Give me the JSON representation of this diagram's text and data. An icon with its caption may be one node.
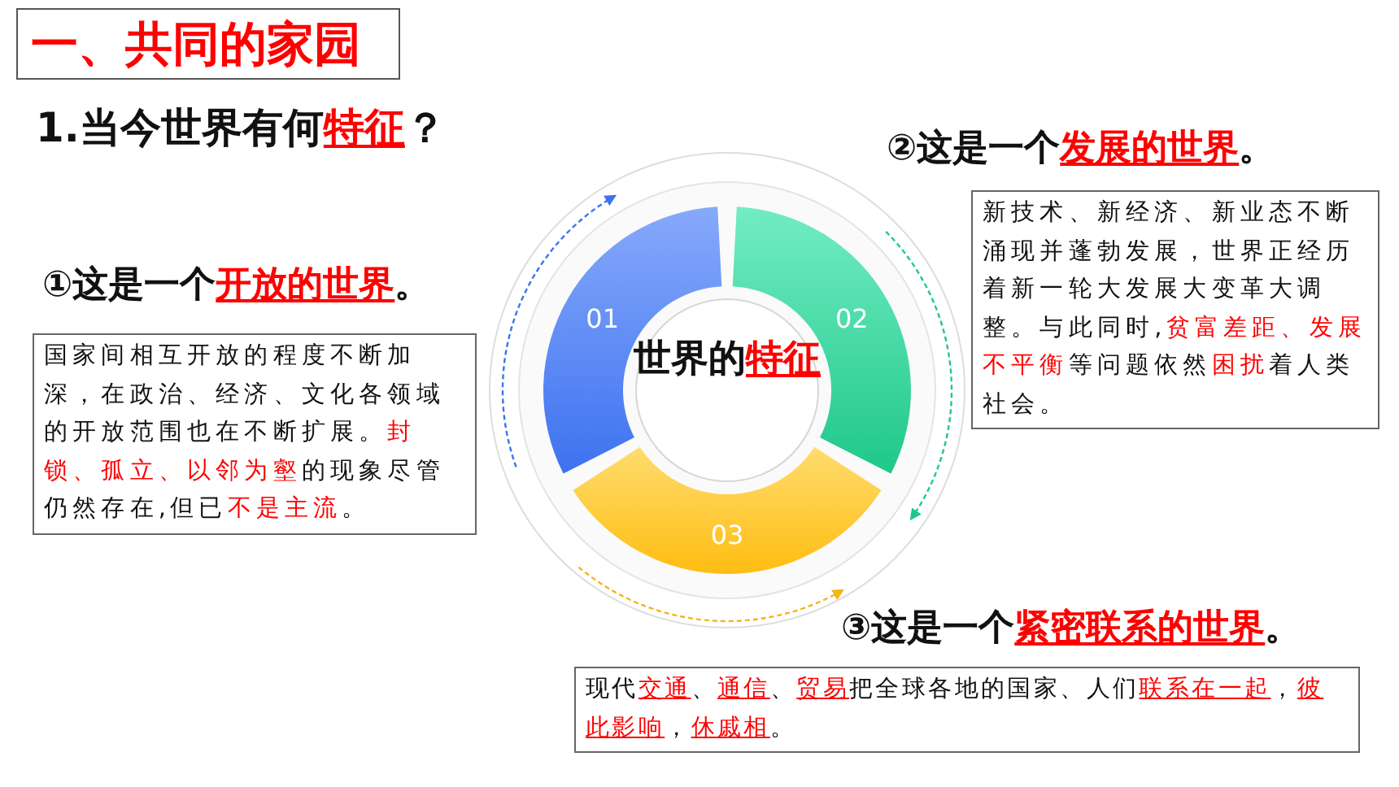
{
  "diagram": {
    "title": "一、共同的家园",
    "nodes": [
      {
        "text": [
          "01"
        ]
      },
      {
        "text": [
          "02"
        ]
      },
      {
        "text": [
          "03"
        ]
      },
      {
        "text": [
          "世界的**特征**"
        ]
      },
      {
        "text": [
          "①这是一个**开放的世界**。",
          "国家间相互开放的程度不断加深，在政治、经济、文化各领域的开放范围也在不断扩展。**封锁、孤立、以邻为壑**的现象尽管仍然存在,但已**不是主流**。"
        ]
      },
      {
        "text": [
          "②这是一个**发展的世界**。",
          "新技术、新经济、新业态不断涌现并蓬勃发展，世界正经历着新一轮大发展大变革大调整。与此同时,**贫富差距、发展不平衡**等问题依然**困扰**着人类社会。"
        ]
      },
      {
        "text": [
          "③这是一个**紧密联系的世界**。",
          "现代**交通**、**通信**、**贸易**把全球各地的国家、人们**联系在一起**，**彼此影响**，**休戚相**。"
        ]
      }
    ],
    "edges": [],
    "labels": [
      "1.当今世界有何**特征**？"
    ]
  }
}
